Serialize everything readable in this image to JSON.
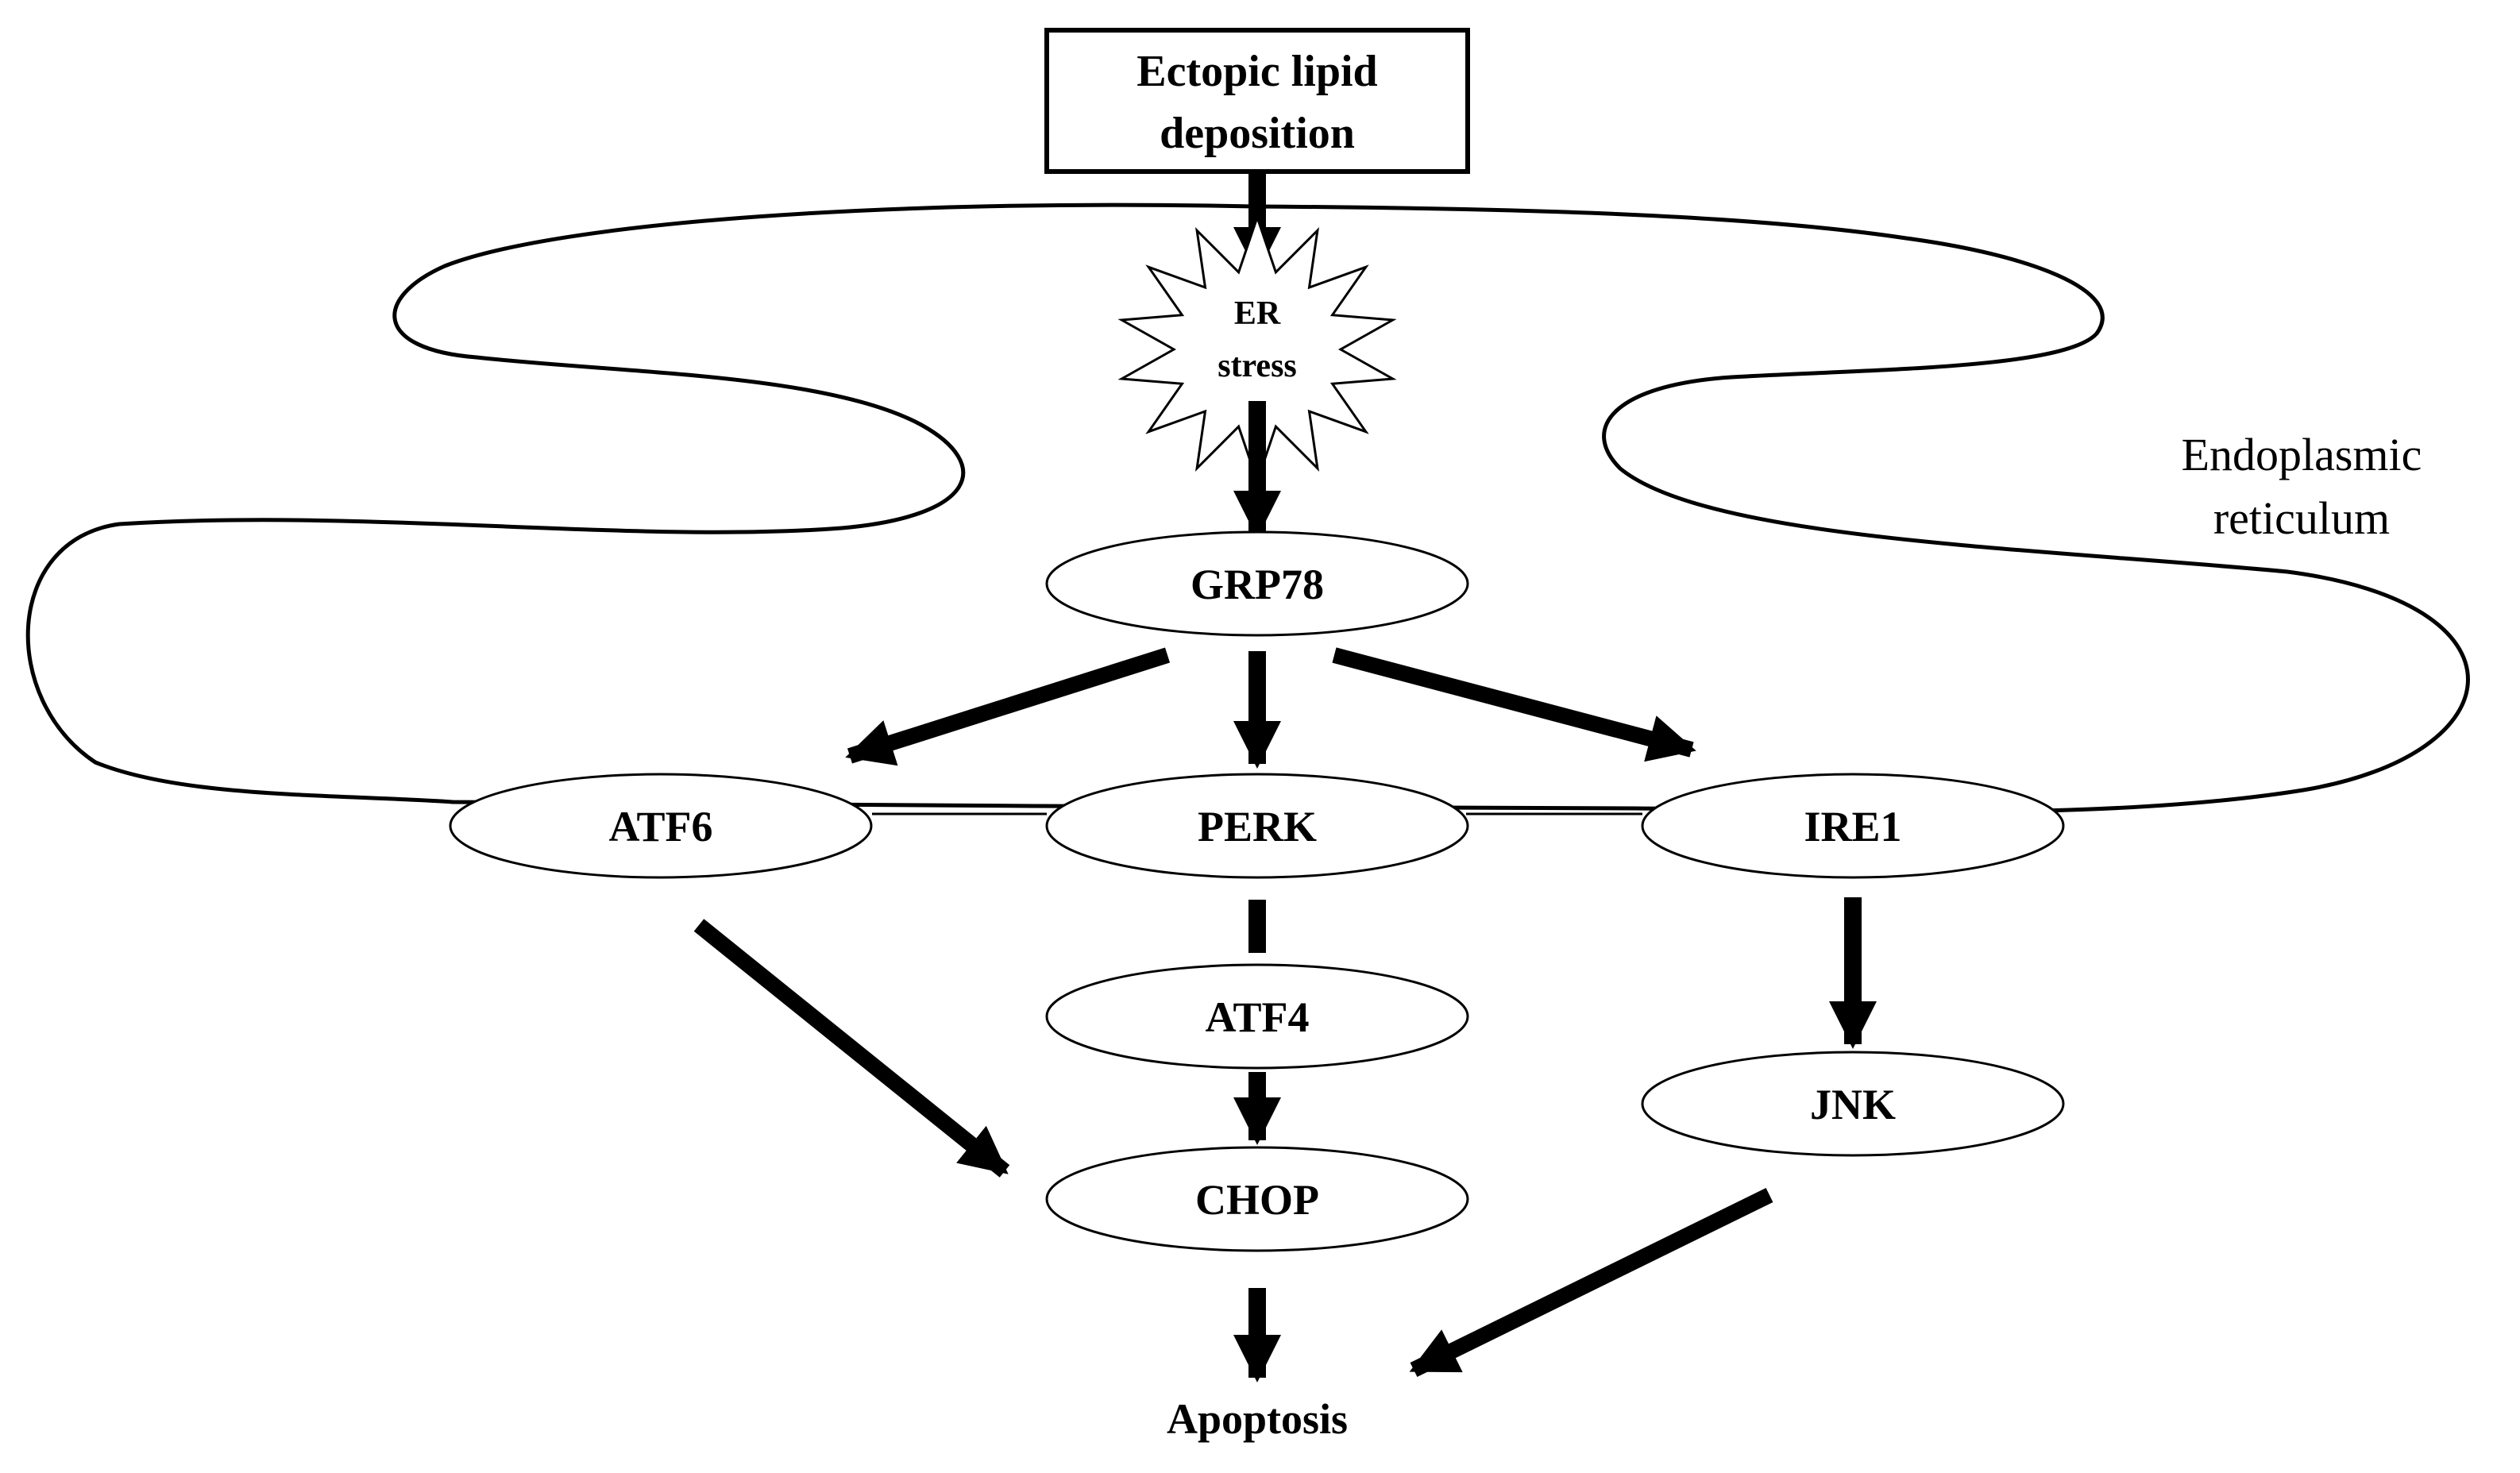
{
  "diagram": {
    "source_box": {
      "line1": "Ectopic lipid",
      "line2": "deposition"
    },
    "stress_burst": {
      "line1": "ER",
      "line2": "stress"
    },
    "membrane_label": {
      "line1": "Endoplasmic",
      "line2": "reticulum"
    },
    "nodes": {
      "grp78": "GRP78",
      "atf6": "ATF6",
      "perk": "PERK",
      "ire1": "IRE1",
      "atf4": "ATF4",
      "jnk": "JNK",
      "chop": "CHOP"
    },
    "outcome": "Apoptosis",
    "colors": {
      "stroke": "#000000",
      "fill": "#ffffff",
      "background": "#ffffff"
    }
  }
}
